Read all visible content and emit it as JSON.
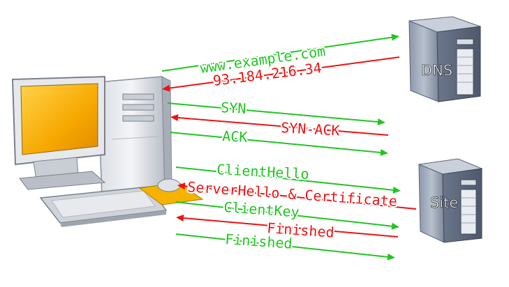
{
  "colors": {
    "request": "#22c422",
    "response": "#ee1111",
    "server_body": "#9aa6b8",
    "monitor_screen": "#f0a000"
  },
  "servers": {
    "dns_label": "DNS",
    "site_label": "Site"
  },
  "client": {
    "icon": "desktop-computer-icon"
  },
  "messages": [
    {
      "label": "www.example.com",
      "direction": "to-dns"
    },
    {
      "label": "93.184.216.34",
      "direction": "from-dns"
    },
    {
      "label": "SYN",
      "direction": "to-site"
    },
    {
      "label": "SYN-ACK",
      "direction": "from-site"
    },
    {
      "label": "ACK",
      "direction": "to-site"
    },
    {
      "label": "ClientHello",
      "direction": "to-site"
    },
    {
      "label": "ServerHello & Certificate",
      "direction": "from-site"
    },
    {
      "label": "ClientKey",
      "direction": "to-site"
    },
    {
      "label": "Finished",
      "direction": "from-site"
    },
    {
      "label": "Finished",
      "direction": "to-site"
    }
  ]
}
